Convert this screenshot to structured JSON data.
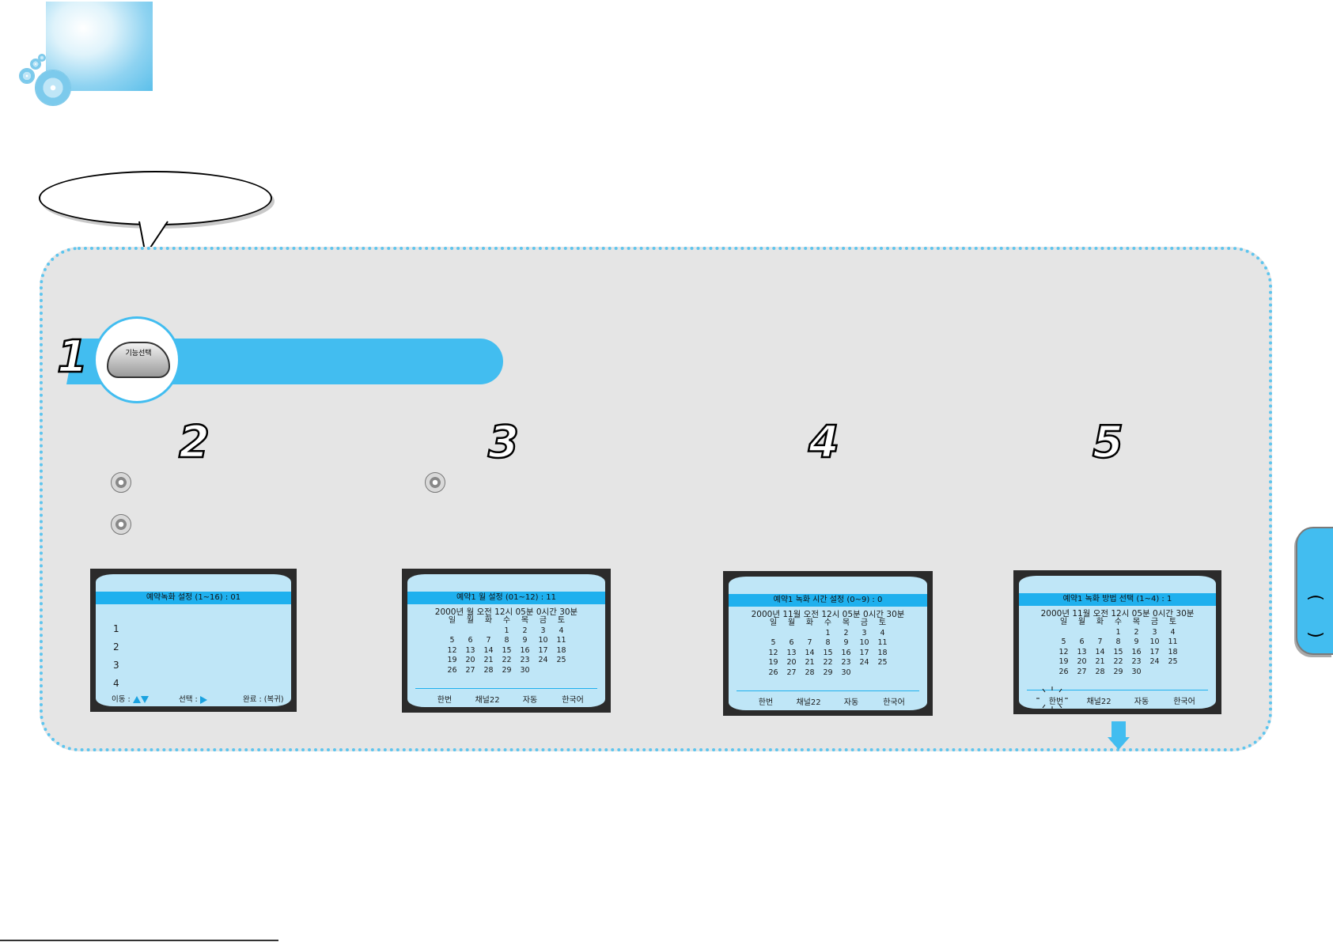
{
  "steps": [
    "1",
    "2",
    "3",
    "4",
    "5"
  ],
  "function_button_label": "기능선택",
  "screen2": {
    "title": "예약녹화 설정 (1~16)  : 01",
    "items": [
      "1",
      "2",
      "3",
      "4"
    ],
    "foot_move": "이동 :",
    "foot_select": "선택 :",
    "foot_done": "완료 : (복귀)"
  },
  "screen3": {
    "title": "예약1      월      설정     (01~12) : 11",
    "date": "2000년     월 오전 12시 05분  0시간 30분",
    "weekdays": [
      "일",
      "월",
      "화",
      "수",
      "목",
      "금",
      "토"
    ],
    "weeks": [
      [
        "",
        "",
        "",
        "1",
        "2",
        "3",
        "4"
      ],
      [
        "5",
        "6",
        "7",
        "8",
        "9",
        "10",
        "11"
      ],
      [
        "12",
        "13",
        "14",
        "15",
        "16",
        "17",
        "18"
      ],
      [
        "19",
        "20",
        "21",
        "22",
        "23",
        "24",
        "25"
      ],
      [
        "26",
        "27",
        "28",
        "29",
        "30",
        "",
        ""
      ]
    ],
    "footer": [
      "한번",
      "채널22",
      "자동",
      "한국어"
    ]
  },
  "screen4": {
    "title": "예약1     녹화  시간  설정    (0~9)  : 0",
    "date": "2000년  11월 오전 12시 05분  0시간 30분",
    "weekdays": [
      "일",
      "월",
      "화",
      "수",
      "목",
      "금",
      "토"
    ],
    "weeks": [
      [
        "",
        "",
        "",
        "1",
        "2",
        "3",
        "4"
      ],
      [
        "5",
        "6",
        "7",
        "8",
        "9",
        "10",
        "11"
      ],
      [
        "12",
        "13",
        "14",
        "15",
        "16",
        "17",
        "18"
      ],
      [
        "19",
        "20",
        "21",
        "22",
        "23",
        "24",
        "25"
      ],
      [
        "26",
        "27",
        "28",
        "29",
        "30",
        "",
        ""
      ]
    ],
    "footer": [
      "한번",
      "채널22",
      "자동",
      "한국어"
    ]
  },
  "screen5": {
    "title": "예약1     녹화  방법  선택    (1~4)  : 1",
    "date": "2000년  11월 오전 12시 05분  0시간 30분",
    "weekdays": [
      "일",
      "월",
      "화",
      "수",
      "목",
      "금",
      "토"
    ],
    "weeks": [
      [
        "",
        "",
        "",
        "1",
        "2",
        "3",
        "4"
      ],
      [
        "5",
        "6",
        "7",
        "8",
        "9",
        "10",
        "11"
      ],
      [
        "12",
        "13",
        "14",
        "15",
        "16",
        "17",
        "18"
      ],
      [
        "19",
        "20",
        "21",
        "22",
        "23",
        "24",
        "25"
      ],
      [
        "26",
        "27",
        "28",
        "29",
        "30",
        "",
        ""
      ]
    ],
    "footer": [
      "한번",
      "채널22",
      "자동",
      "한국어"
    ]
  },
  "side_tab": {
    "paren_open": "(",
    "paren_close": ")"
  },
  "colors": {
    "accent": "#42bdf0",
    "panel": "#e5e5e5",
    "screen": "#bfe6f7",
    "screen_bar": "#1fb0ee"
  }
}
